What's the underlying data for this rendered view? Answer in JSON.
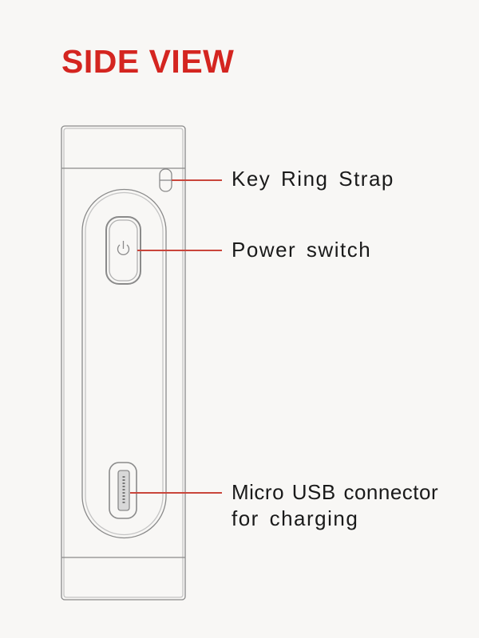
{
  "title": "SIDE VIEW",
  "colors": {
    "title": "#d42520",
    "leader": "#c9453b",
    "outline": "#8a8a8a"
  },
  "callouts": [
    {
      "label": "Key Ring Strap"
    },
    {
      "label": "Power switch"
    },
    {
      "label_line1": "Micro USB connector",
      "label_line2": "for charging"
    }
  ],
  "icons": [
    "power-icon",
    "micro-usb-port-icon",
    "key-ring-slot-icon"
  ]
}
